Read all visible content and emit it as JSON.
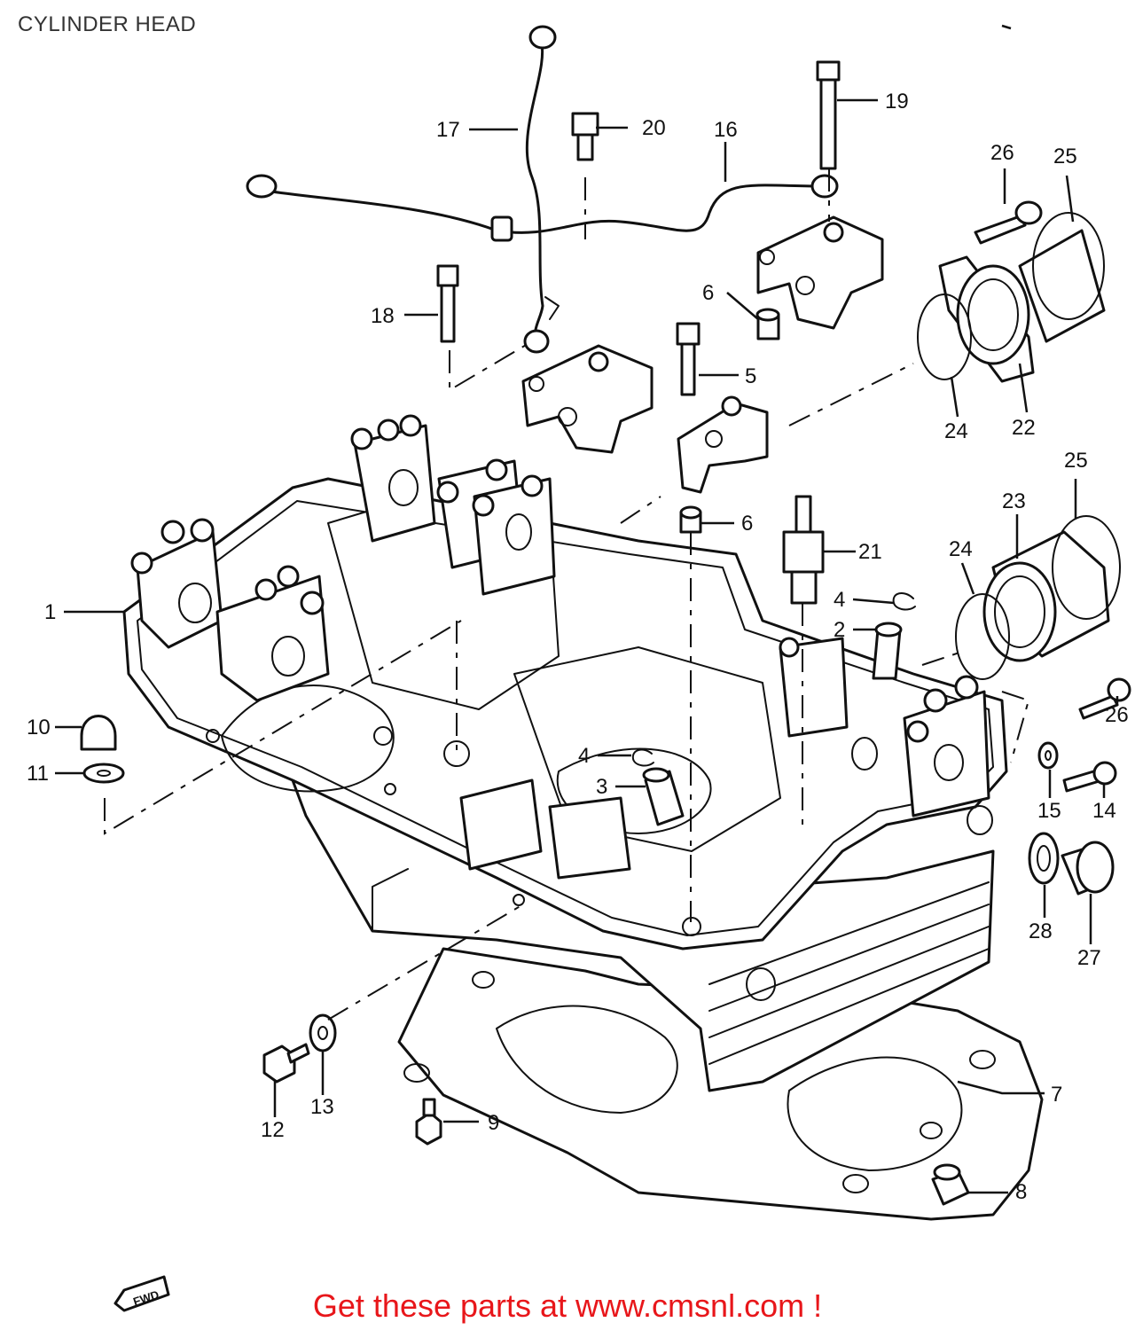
{
  "title": "CYLINDER HEAD",
  "footer_text": "Get these parts at www.cmsnl.com !",
  "fwd_badge": "FWD",
  "colors": {
    "footer": "#e8161a",
    "line": "#111111",
    "title": "#333333"
  },
  "callouts": {
    "c1": "1",
    "c2": "2",
    "c3": "3",
    "c4a": "4",
    "c4b": "4",
    "c5": "5",
    "c6a": "6",
    "c6b": "6",
    "c7": "7",
    "c8": "8",
    "c9": "9",
    "c10": "10",
    "c11": "11",
    "c12": "12",
    "c13": "13",
    "c14": "14",
    "c15": "15",
    "c16": "16",
    "c17": "17",
    "c18": "18",
    "c19": "19",
    "c20": "20",
    "c21": "21",
    "c22": "22",
    "c23": "23",
    "c24a": "24",
    "c24b": "24",
    "c25a": "25",
    "c25b": "25",
    "c26a": "26",
    "c26b": "26",
    "c27": "27",
    "c28": "28"
  }
}
